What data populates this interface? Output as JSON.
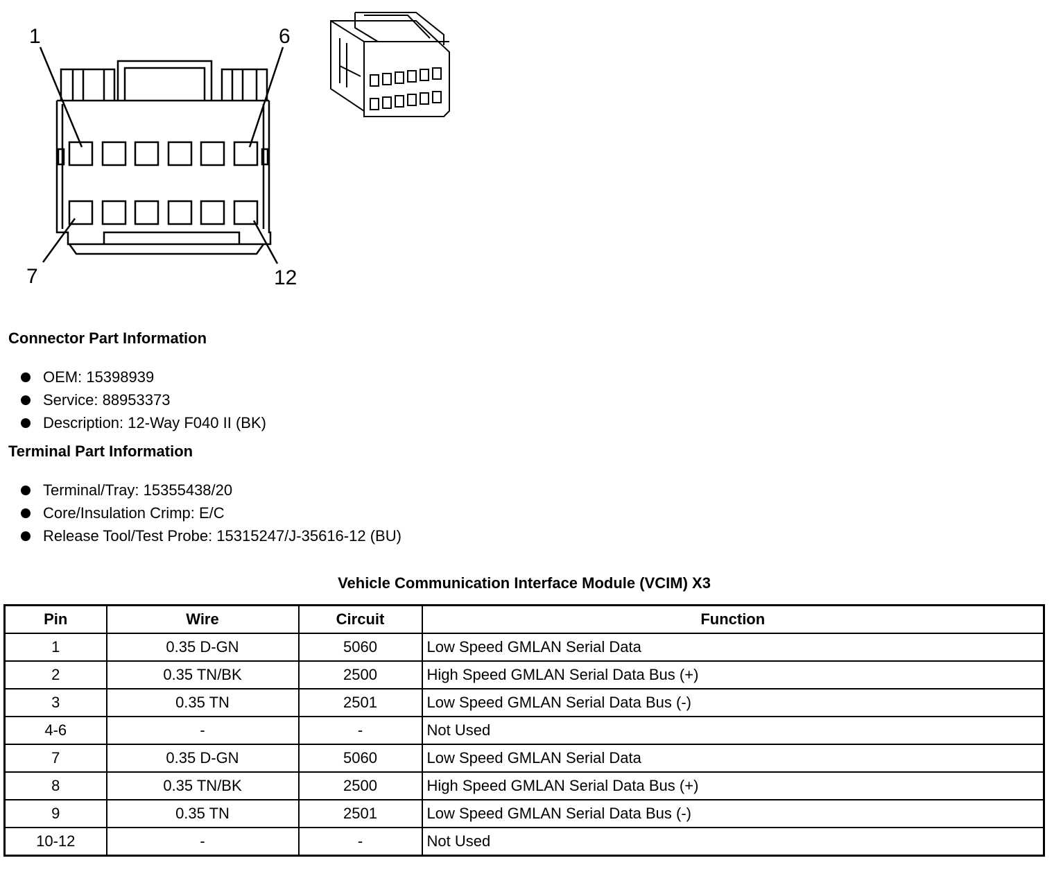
{
  "diagram": {
    "pin_labels": [
      "1",
      "6",
      "7",
      "12"
    ]
  },
  "connector": {
    "heading": "Connector Part Information",
    "items": [
      "OEM: 15398939",
      "Service: 88953373",
      "Description: 12-Way F040 II (BK)"
    ]
  },
  "terminal": {
    "heading": "Terminal Part Information",
    "items": [
      "Terminal/Tray: 15355438/20",
      "Core/Insulation Crimp: E/C",
      "Release Tool/Test Probe: 15315247/J-35616-12 (BU)"
    ]
  },
  "table": {
    "title": "Vehicle Communication Interface Module (VCIM) X3",
    "headers": [
      "Pin",
      "Wire",
      "Circuit",
      "Function"
    ],
    "rows": [
      [
        "1",
        "0.35 D-GN",
        "5060",
        "Low Speed GMLAN Serial Data"
      ],
      [
        "2",
        "0.35 TN/BK",
        "2500",
        "High Speed GMLAN Serial Data Bus (+)"
      ],
      [
        "3",
        "0.35 TN",
        "2501",
        "Low Speed GMLAN Serial Data Bus (-)"
      ],
      [
        "4-6",
        "-",
        "-",
        "Not Used"
      ],
      [
        "7",
        "0.35 D-GN",
        "5060",
        "Low Speed GMLAN Serial Data"
      ],
      [
        "8",
        "0.35 TN/BK",
        "2500",
        "High Speed GMLAN Serial Data Bus (+)"
      ],
      [
        "9",
        "0.35 TN",
        "2501",
        "Low Speed GMLAN Serial Data Bus (-)"
      ],
      [
        "10-12",
        "-",
        "-",
        "Not Used"
      ]
    ]
  }
}
